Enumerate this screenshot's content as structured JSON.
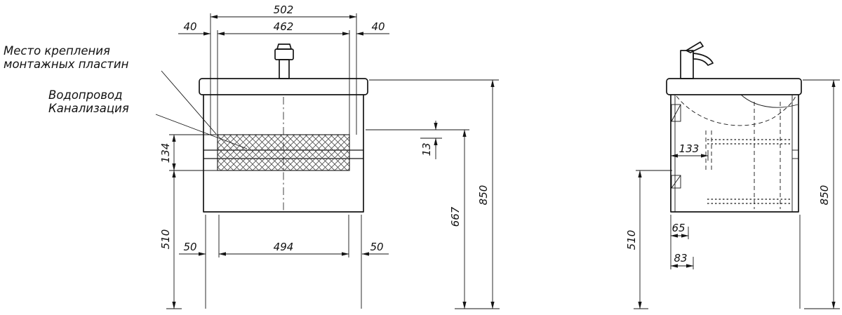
{
  "annotations": {
    "mounting_line1": "Место крепления",
    "mounting_line2": "монтажных пластин",
    "water_supply": "Водопровод",
    "sewerage": "Канализация"
  },
  "front_view": {
    "dim_502": "502",
    "dim_40_left": "40",
    "dim_462": "462",
    "dim_40_right": "40",
    "dim_134": "134",
    "dim_510": "510",
    "dim_50_left": "50",
    "dim_494": "494",
    "dim_50_right": "50",
    "dim_13": "13",
    "dim_667": "667",
    "dim_850": "850"
  },
  "side_view": {
    "dim_133": "133",
    "dim_510": "510",
    "dim_65": "65",
    "dim_83": "83",
    "dim_850": "850"
  },
  "colors": {
    "line": "#151515",
    "background": "#ffffff"
  }
}
